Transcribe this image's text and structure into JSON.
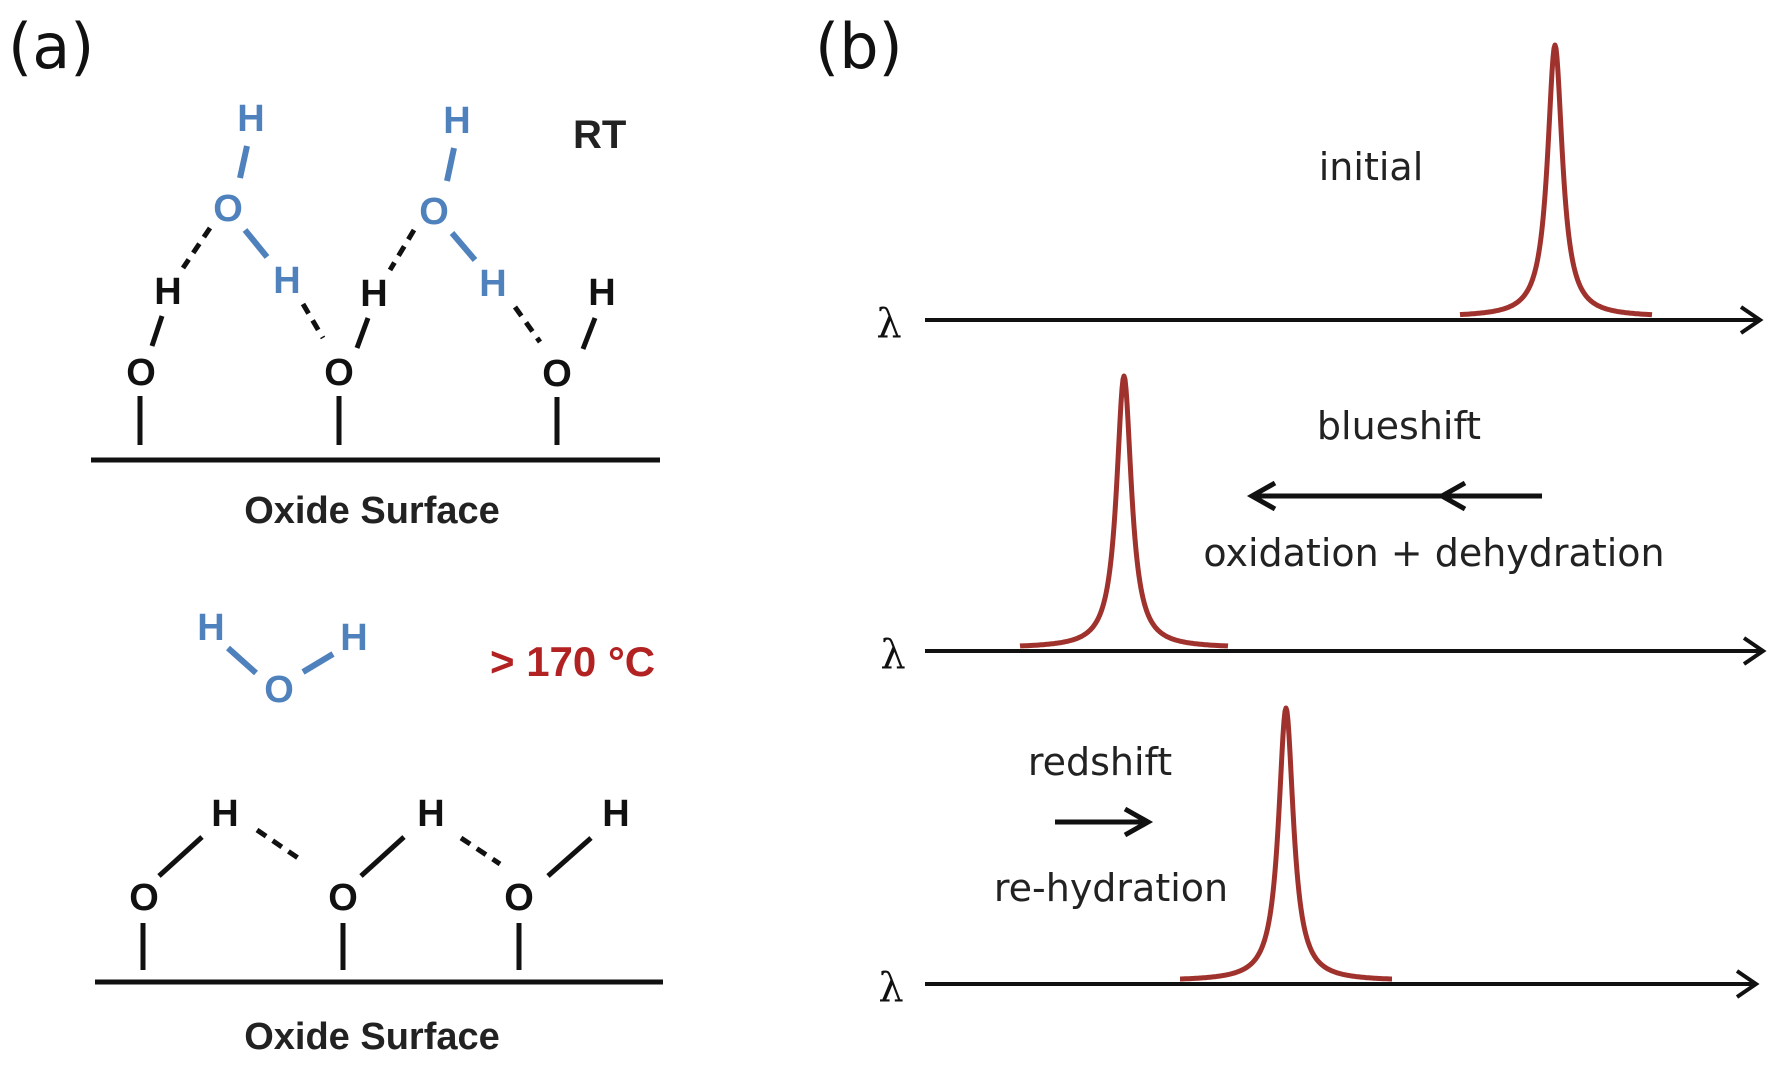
{
  "panel_a": {
    "label": "(a)",
    "top": {
      "condition": "RT",
      "caption": "Oxide Surface"
    },
    "bottom": {
      "condition": "> 170 °C",
      "caption": "Oxide Surface"
    },
    "atoms": {
      "hydrogen": "H",
      "oxygen": "O"
    },
    "colors": {
      "surface_species": "#111111",
      "water": "#4f81bd",
      "temperature": "#b22222"
    }
  },
  "panel_b": {
    "label": "(b)",
    "axis_symbol": "λ",
    "rows": [
      {
        "text": "initial",
        "caption": ""
      },
      {
        "text": "blueshift",
        "caption": "oxidation + dehydration"
      },
      {
        "text": "redshift",
        "caption": "re-hydration"
      }
    ],
    "colors": {
      "peak": "#a0322d"
    }
  }
}
